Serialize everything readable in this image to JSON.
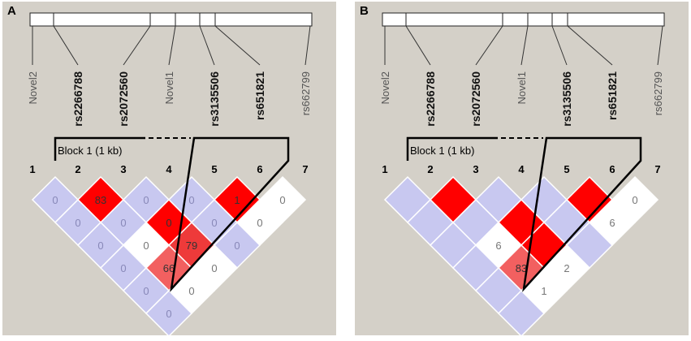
{
  "colors": {
    "background": "#d4d0c8",
    "low_ld": "#c8c8f0",
    "zero": "#ffffff",
    "high_ld": "#ff0000",
    "mid_ld": "#f26060",
    "mid_ld2": "#ee3a3a",
    "cell_text": "#8888b8",
    "dark_text": "#333333"
  },
  "snps": [
    {
      "label": "Novel2",
      "bold": false
    },
    {
      "label": "rs2266788",
      "bold": true
    },
    {
      "label": "rs2072560",
      "bold": true
    },
    {
      "label": "Novel1",
      "bold": false
    },
    {
      "label": "rs3135506",
      "bold": true
    },
    {
      "label": "rs651821",
      "bold": true
    },
    {
      "label": "rs662799",
      "bold": false
    }
  ],
  "indices": [
    "1",
    "2",
    "3",
    "4",
    "5",
    "6",
    "7"
  ],
  "panels": [
    {
      "letter": "A",
      "block_label": "Block 1 (1 kb)",
      "cells": [
        {
          "i": 1,
          "j": 2,
          "type": "low",
          "text": "0"
        },
        {
          "i": 2,
          "j": 3,
          "type": "high",
          "text": "83"
        },
        {
          "i": 3,
          "j": 4,
          "type": "low",
          "text": "0"
        },
        {
          "i": 4,
          "j": 5,
          "type": "low",
          "text": "0"
        },
        {
          "i": 5,
          "j": 6,
          "type": "high",
          "text": "1"
        },
        {
          "i": 6,
          "j": 7,
          "type": "zero",
          "text": "0"
        },
        {
          "i": 1,
          "j": 3,
          "type": "low",
          "text": "0"
        },
        {
          "i": 2,
          "j": 4,
          "type": "low",
          "text": "0"
        },
        {
          "i": 3,
          "j": 5,
          "type": "high",
          "text": "0"
        },
        {
          "i": 4,
          "j": 6,
          "type": "low",
          "text": "0"
        },
        {
          "i": 5,
          "j": 7,
          "type": "zero",
          "text": "0"
        },
        {
          "i": 1,
          "j": 4,
          "type": "low",
          "text": "0"
        },
        {
          "i": 2,
          "j": 5,
          "type": "zero",
          "text": "0"
        },
        {
          "i": 3,
          "j": 6,
          "type": "mid2",
          "text": "79"
        },
        {
          "i": 4,
          "j": 7,
          "type": "low",
          "text": "0"
        },
        {
          "i": 1,
          "j": 5,
          "type": "low",
          "text": "0"
        },
        {
          "i": 2,
          "j": 6,
          "type": "mid",
          "text": "66"
        },
        {
          "i": 3,
          "j": 7,
          "type": "zero",
          "text": "0"
        },
        {
          "i": 1,
          "j": 6,
          "type": "low",
          "text": "0"
        },
        {
          "i": 2,
          "j": 7,
          "type": "zero",
          "text": "0"
        },
        {
          "i": 1,
          "j": 7,
          "type": "low",
          "text": "0"
        }
      ]
    },
    {
      "letter": "B",
      "block_label": "Block 1 (1 kb)",
      "cells": [
        {
          "i": 1,
          "j": 2,
          "type": "low",
          "text": ""
        },
        {
          "i": 2,
          "j": 3,
          "type": "high",
          "text": ""
        },
        {
          "i": 3,
          "j": 4,
          "type": "low",
          "text": ""
        },
        {
          "i": 4,
          "j": 5,
          "type": "low",
          "text": ""
        },
        {
          "i": 5,
          "j": 6,
          "type": "high",
          "text": ""
        },
        {
          "i": 6,
          "j": 7,
          "type": "zero",
          "text": "0"
        },
        {
          "i": 1,
          "j": 3,
          "type": "low",
          "text": ""
        },
        {
          "i": 2,
          "j": 4,
          "type": "low",
          "text": ""
        },
        {
          "i": 3,
          "j": 5,
          "type": "high",
          "text": ""
        },
        {
          "i": 4,
          "j": 6,
          "type": "low",
          "text": ""
        },
        {
          "i": 5,
          "j": 7,
          "type": "zero",
          "text": "6"
        },
        {
          "i": 1,
          "j": 4,
          "type": "low",
          "text": ""
        },
        {
          "i": 2,
          "j": 5,
          "type": "zero",
          "text": "6"
        },
        {
          "i": 3,
          "j": 6,
          "type": "high",
          "text": ""
        },
        {
          "i": 4,
          "j": 7,
          "type": "low",
          "text": ""
        },
        {
          "i": 1,
          "j": 5,
          "type": "low",
          "text": ""
        },
        {
          "i": 2,
          "j": 6,
          "type": "mid",
          "text": "83"
        },
        {
          "i": 3,
          "j": 7,
          "type": "zero",
          "text": "2"
        },
        {
          "i": 1,
          "j": 6,
          "type": "low",
          "text": ""
        },
        {
          "i": 2,
          "j": 7,
          "type": "zero",
          "text": "1"
        },
        {
          "i": 1,
          "j": 7,
          "type": "low",
          "text": ""
        }
      ]
    }
  ]
}
